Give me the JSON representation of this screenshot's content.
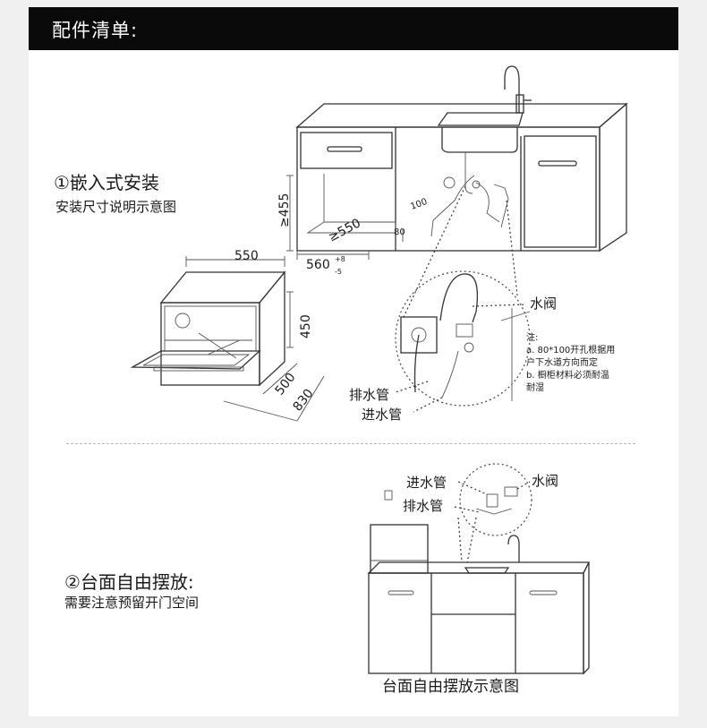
{
  "header": {
    "title": "配件清单:"
  },
  "section1": {
    "title": "①嵌入式安装",
    "subtitle": "安装尺寸说明示意图",
    "dims": {
      "cabinet_height": "≥455",
      "cabinet_depth": "≥550",
      "cabinet_width": "560",
      "tol_plus": "+8",
      "tol_minus": "-5",
      "hole_w": "100",
      "hole_h": "80",
      "dw_width": "550",
      "dw_height": "450",
      "dw_depth": "500",
      "dw_open_depth": "830"
    },
    "callouts": {
      "valve": "水阀",
      "drain": "排水管",
      "inlet": "进水管"
    },
    "note": {
      "title": "注:",
      "line1": "a. 80*100开孔根据用",
      "line2": "户下水道方向而定",
      "line3": "b. 橱柜材料必须耐温",
      "line4": "耐湿"
    }
  },
  "section2": {
    "title": "②台面自由摆放:",
    "subtitle": "需要注意预留开门空间",
    "callouts": {
      "inlet": "进水管",
      "drain": "排水管",
      "valve": "水阀"
    },
    "caption": "台面自由摆放示意图"
  }
}
